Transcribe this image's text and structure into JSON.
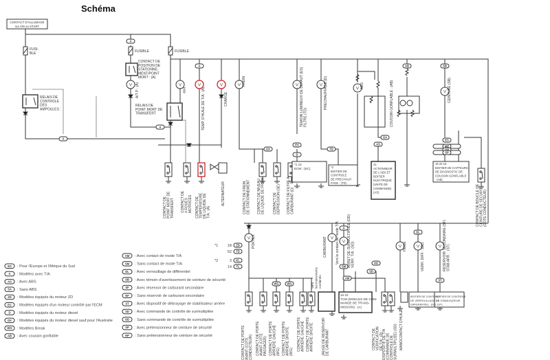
{
  "title": "Schéma",
  "ignition": {
    "line1": "CONTACT D'ALLUMAGE",
    "line2": "sur ON ou START"
  },
  "labels": {
    "fuse_left": [
      "FUSI-",
      "BLE"
    ],
    "fuse_mid": [
      "FUSIBLE"
    ],
    "fuse_right": [
      "FUSIBLE"
    ],
    "contact_position": [
      "CONTACT DE",
      "POSITION DE",
      "STATIONNE-",
      "MENT/POINT",
      "MORT : (A)"
    ],
    "relais_ampoules": [
      "RELAIS DE",
      "CONTROLE",
      "DES",
      "AMPOULES :"
    ],
    "relais_point_mort": [
      "RELAIS DE",
      "POINT MORT DE",
      "TRANSFERT"
    ],
    "atp": [
      "A/T P : (A)"
    ],
    "lamp_4x4": [
      "4X4"
    ],
    "lamp_temp_huile": [
      "TEMP. D'HUILE DE T/A : (A)"
    ],
    "lamp_charge": [
      "CHARGE"
    ],
    "lamp_frein": [
      "FREIN"
    ],
    "lamp_filtre": [
      "TEMOIN LUMINEUX DE DEFAUT (ES)",
      "FILTRE (TD)"
    ],
    "lamp_prechauffage": [
      "PRECHAUFFAGE (D)"
    ],
    "lamp_abs": [
      "ABS"
    ],
    "lamp_coussin": [
      "COUSSIN GONFLABLE : (AB)"
    ],
    "lamp_ceinture": [
      "CEINTURE (SB)"
    ],
    "sw_point_mort": [
      "CONTACT DE",
      "POINT MORT DE",
      "TRANSFERT"
    ],
    "sw_4roues": [
      "CONTACT DE",
      "4 ROUES",
      "MOTRICES"
    ],
    "sw_temp_liquide": [
      "CONTACT DE",
      "TEMPERATURE",
      "DE LIQUIDE DE",
      "T/A : (A)"
    ],
    "alternateur": [
      "ALTERNATEUR"
    ],
    "sw_frein_stat": [
      "CONTACT DE FREIN",
      "DE STATIONNEMENT"
    ],
    "sw_niveau_frein": [
      "CONTACT DE NIVEAU",
      "DE LIQUIDE DE FREIN"
    ],
    "sw_depression": [
      "CONTACT DE",
      "DEPRESSION (SE)"
    ],
    "sw_filtre_carb": [
      "CONTACT DE FILTRE A",
      "CARBURANT (D)"
    ],
    "ecm_box": [
      "*1        14",
      "ECM : (EC)"
    ],
    "prechauffage_box": [
      "*2",
      "BOITIER DE",
      "CONTROLE",
      "DE PRECHAUF-",
      "FAGE : (TD)"
    ],
    "abs_box": [
      "21",
      "ACTIONNEUR",
      "DE L'ABS ET",
      "BOITIER",
      "ELECTRIQUE",
      "(UNITE DE",
      "COMMANDE)",
      "(AS)"
    ],
    "airbag_box": [
      "16       22  15",
      "BOITIER DE CAPTEURS",
      "DE DIAGNOSTIC DE",
      "COUSSIN GONFLABLE",
      ": (AB)"
    ],
    "sw_boucle": [
      "CONTACT DE BOUCLE DE",
      "CEINTURE DE SECURITE",
      "(COTE CONDUCTEUR)"
    ],
    "lamp_portes": [
      "PORTES"
    ],
    "lamp_carburant": [
      "CARBURANT"
    ],
    "vers_mode_ta": [
      "Vers le contact de mode T/A"
    ],
    "lamp_od": [
      "ARRET DE SURMULTIPLIEE (OD)",
      "VERR. T/A : (SD)"
    ],
    "lamp_huile": [
      "HUILE"
    ],
    "lamp_verr_diff": [
      "VERR. DIFF. : (DL)"
    ],
    "lamp_reservoir": [
      "RESERVOIR SECONDAIRE (SF)",
      "STAB ARR. : (ST)"
    ],
    "sw_porte_av_cond": [
      "CONTACT DE PORTE",
      "AVANT (COTE",
      "CONDUCTEUR)"
    ],
    "sw_porte_av_pass": [
      "CONTACT DE PORTE",
      "AVANT (COTE",
      "PASSAGER)"
    ],
    "sw_porte_arg_wg": [
      "CONTACT DE PORTE",
      "ARRIERE GAUCHE",
      "(WG)"
    ],
    "sw_porte_ard_wg": [
      "CONTACT DE PORTE",
      "ARRIERE DROITE",
      "(WG)"
    ],
    "sw_porte_arg": [
      "CONTACT DE PORTE",
      "ARRIERE GAUCHE"
    ],
    "sw_porte_ard": [
      "CONTACT DE PORTE",
      "ARRIERE DROITE"
    ],
    "vers_instruments": [
      "Vers",
      "les instruments",
      "combinés"
    ],
    "jauge": [
      "JAUGE DE RESERVOIR",
      "DE CARBURANT"
    ],
    "tcm_box": [
      "15        22",
      "TCM (MODULE DE COM-",
      "MANDE DE TRANS-",
      "MISSION) : (A)"
    ],
    "sw_verif_ta": [
      "CONTACT DE",
      "VERIFICATION",
      "DE T/A : (D)"
    ],
    "dispositif_ta": [
      "DISPOSITIF DE T/A",
      "(COMMANDE DE",
      "CONTROLE DE",
      "SURMULTIPLIEE) (SD)"
    ],
    "manocontact": [
      "MANOCONTACT D'HUILE"
    ],
    "diff_box": [
      "BOITIER DE CONTROLE",
      "DE VERROUILLAGE DE",
      "DIFFERENTIEL : (DL)"
    ],
    "stab_box": [
      "BOITIER DE CONTROLE",
      "DE STABILISATEUR",
      ": (ST)"
    ]
  },
  "tags": [
    "A",
    "A",
    "A",
    "A",
    "DX",
    "ES",
    "D",
    "TD",
    "AB",
    "SB",
    "OA",
    "AS",
    "ES",
    "ME",
    "OP",
    "SP",
    "A",
    "AM",
    "SM",
    "OD",
    "SD",
    "WG",
    "WG",
    "DL",
    "ST"
  ],
  "footnotes": [
    {
      "mark": "*1",
      "line1": "18",
      "code1": "ZD",
      "line2": "52",
      "code2": "TD"
    },
    {
      "mark": "*2",
      "line1": "3",
      "code1": "KL",
      "line2": "14",
      "code2": "TL"
    }
  ],
  "legend_left": [
    {
      "code": "ES",
      "text": ": Pour l'Europe et l'Afrique du Sud"
    },
    {
      "code": "A",
      "text": ": Modèles avec T/A"
    },
    {
      "code": "AS",
      "text": ": Avec ABS"
    },
    {
      "code": "SA",
      "text": ": Sans ABS"
    },
    {
      "code": "ZD",
      "text": ": Modèles équipés du moteur ZD"
    },
    {
      "code": "EC",
      "text": ": Modèles équipés d'un moteur contrôlé par l'ECM"
    },
    {
      "code": "D",
      "text": ": Modèles équipés du moteur diesel"
    },
    {
      "code": "DX",
      "text": ": Modèles équipés du moteur diesel sauf pour l'Australie"
    },
    {
      "code": "WG",
      "text": ": Modèles Break"
    },
    {
      "code": "AB",
      "text": ": Avec coussin gonflable"
    }
  ],
  "legend_mid": [
    {
      "code": "AM",
      "text": ": Avec contact de mode T/A"
    },
    {
      "code": "SM",
      "text": ": Sans contact de mode T/A"
    },
    {
      "code": "DL",
      "text": ": Avec verrouillage de différentiel"
    },
    {
      "code": "SB",
      "text": ": Avec témoin d'avertissement de ceinture de sécurité"
    },
    {
      "code": "SF",
      "text": ": Avec réservoir de carburant secondaire"
    },
    {
      "code": "NF",
      "text": ": Sans réservoir de carburant secondaire"
    },
    {
      "code": "ST",
      "text": ": Avec dispositif de débrayage de stabilisateur arrière"
    },
    {
      "code": "SD",
      "text": ": Avec commande de contrôle de surmultipliée"
    },
    {
      "code": "OD",
      "text": ": Sans commande de contrôle de surmultipliée"
    },
    {
      "code": "SP",
      "text": ": Avec prétensionneur de ceinture de sécurité"
    },
    {
      "code": "NP",
      "text": ": Sans prétensionneur de ceinture de sécurité"
    }
  ],
  "colors": {
    "highlight": "#cc2222",
    "wire": "#333333"
  }
}
